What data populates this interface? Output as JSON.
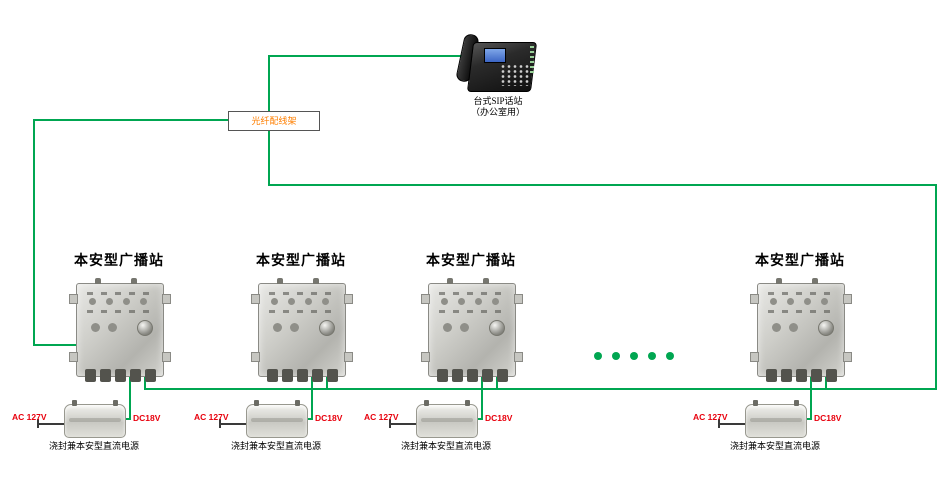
{
  "colors": {
    "line_green": "#00A651",
    "label_red": "#E8000D",
    "fiber_orange": "#FF7F00",
    "ac_line": "#3A3A3A"
  },
  "phone": {
    "label_line1": "台式SIP话站",
    "label_line2": "（办公室用）"
  },
  "fiber_frame": {
    "label": "光纤配线架"
  },
  "stations": [
    {
      "label": "本安型广播站"
    },
    {
      "label": "本安型广播站"
    },
    {
      "label": "本安型广播站"
    },
    {
      "label": "本安型广播站"
    }
  ],
  "power_supplies": [
    {
      "ac_label": "AC 127V",
      "dc_label": "DC18V",
      "label": "浇封兼本安型直流电源"
    },
    {
      "ac_label": "AC 127V",
      "dc_label": "DC18V",
      "label": "浇封兼本安型直流电源"
    },
    {
      "ac_label": "AC 127V",
      "dc_label": "DC18V",
      "label": "浇封兼本安型直流电源"
    },
    {
      "ac_label": "AC 127V",
      "dc_label": "DC18V",
      "label": "浇封兼本安型直流电源"
    }
  ],
  "continuation_dots": 5
}
